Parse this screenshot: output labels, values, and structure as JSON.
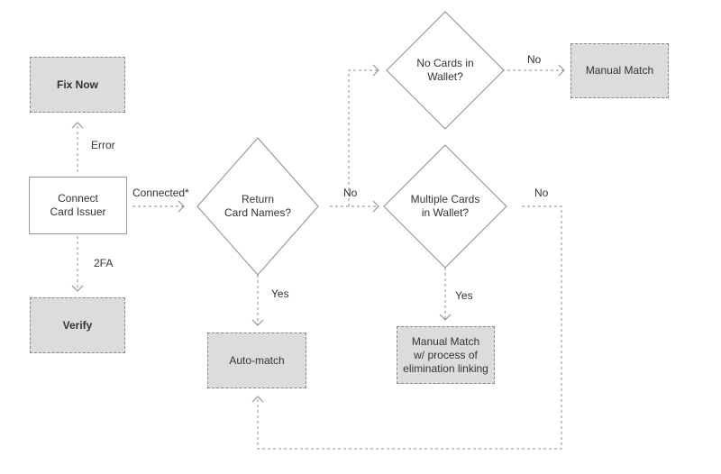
{
  "nodes": {
    "fix_now": "Fix Now",
    "connect": "Connect\nCard Issuer",
    "verify": "Verify",
    "return_names": "Return\nCard Names?",
    "auto_match": "Auto-match",
    "no_cards": "No Cards in\nWallet?",
    "manual_match": "Manual Match",
    "multiple_cards": "Multiple Cards\nin Wallet?",
    "manual_elim": "Manual Match\nw/ process of\nelimination linking"
  },
  "edges": {
    "error": "Error",
    "twofa": "2FA",
    "connected": "Connected*",
    "yes_return": "Yes",
    "no_return": "No",
    "no_nocards": "No",
    "yes_multiple": "Yes",
    "no_multiple": "No"
  },
  "colors": {
    "line": "#8c8c8c",
    "gray_fill": "#dcdcdc",
    "text": "#333333"
  }
}
